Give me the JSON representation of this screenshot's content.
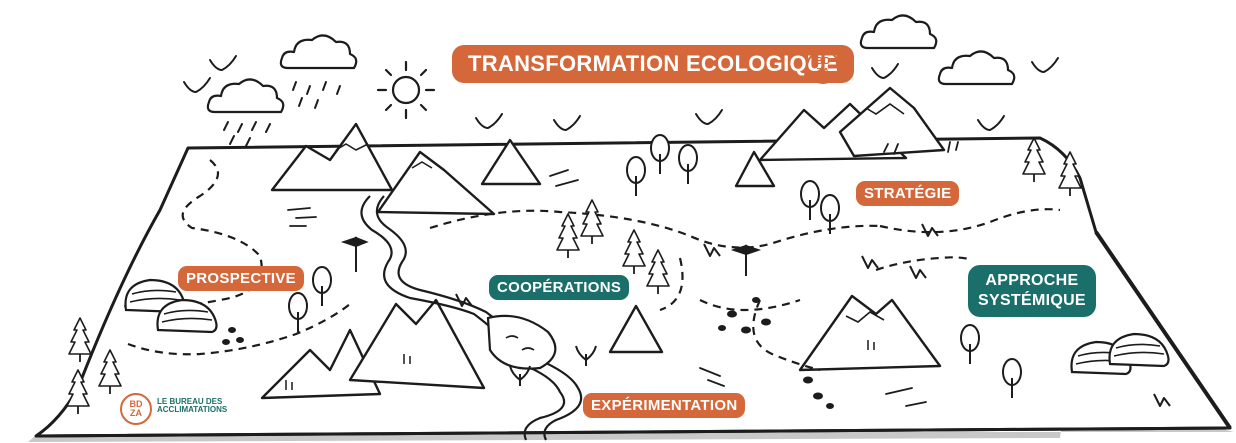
{
  "colors": {
    "orange": "#d4683b",
    "teal": "#1b6f6a",
    "ink": "#1c1c1c",
    "shadow": "#9a9a9a"
  },
  "title": "Transformation Ecologique",
  "labels": {
    "strategie": "Stratégie",
    "prospective": "Prospective",
    "cooperations": "Coopérations",
    "experimentation": "Expérimentation",
    "approche_line1": "Approche",
    "approche_line2": "Systémique"
  },
  "logo": {
    "line1": "BD",
    "line2": "ZA"
  },
  "brand": {
    "line1": "LE BUREAU DES",
    "line2": "ACCLIMATATIONS"
  },
  "icons": [
    "cloud-icon",
    "rain-icon",
    "sun-icon",
    "bird-icon",
    "mountain-icon",
    "tree-icon",
    "fir-tree-icon",
    "rock-icon",
    "flag-icon",
    "footprint-icon"
  ]
}
